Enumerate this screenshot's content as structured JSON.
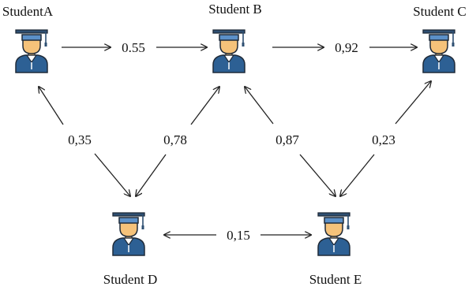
{
  "nodes": [
    {
      "id": "A",
      "label": "StudentA"
    },
    {
      "id": "B",
      "label": "Student B"
    },
    {
      "id": "C",
      "label": "Student C"
    },
    {
      "id": "D",
      "label": "Student D"
    },
    {
      "id": "E",
      "label": "Student E"
    }
  ],
  "edges": [
    {
      "from": "A",
      "to": "B",
      "weight": "0.55"
    },
    {
      "from": "B",
      "to": "C",
      "weight": "0,92"
    },
    {
      "from": "A",
      "to": "D",
      "weight": "0,35"
    },
    {
      "from": "B",
      "to": "D",
      "weight": "0,78"
    },
    {
      "from": "B",
      "to": "E",
      "weight": "0,87"
    },
    {
      "from": "C",
      "to": "E",
      "weight": "0,23"
    },
    {
      "from": "D",
      "to": "E",
      "weight": "0,15"
    }
  ],
  "colors": {
    "cap": "#5b90c8",
    "cap_dark": "#2e4f72",
    "tassel": "#2e4f72",
    "face": "#f5c27a",
    "shirt": "#2d6094",
    "outline": "#1f2a38",
    "arrow": "#222222",
    "text": "#111111"
  },
  "icon": "graduate-student-icon"
}
